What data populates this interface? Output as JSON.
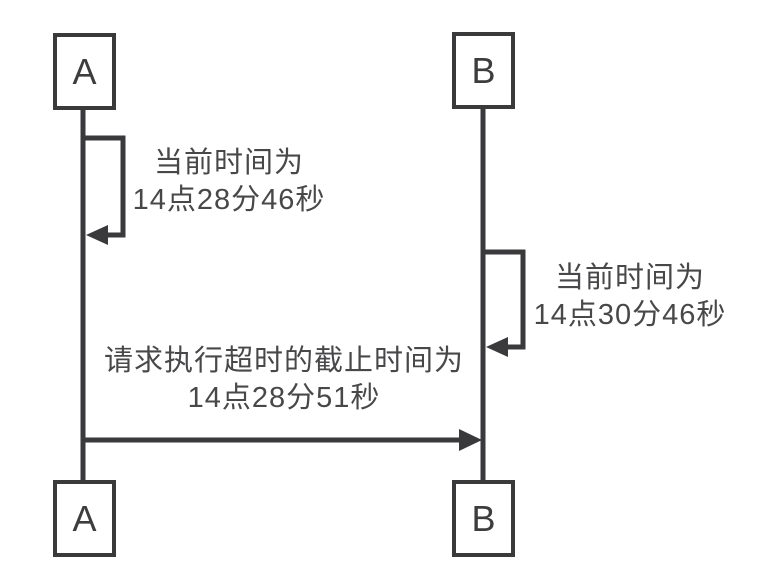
{
  "diagram": {
    "type": "sequence-diagram",
    "actors": [
      {
        "id": "A",
        "label": "A"
      },
      {
        "id": "B",
        "label": "B"
      }
    ],
    "messages": {
      "self_a": {
        "line1": "当前时间为",
        "line2": "14点28分46秒"
      },
      "self_b": {
        "line1": "当前时间为",
        "line2": "14点30分46秒"
      },
      "a_to_b": {
        "line1": "请求执行超时的截止时间为",
        "line2": "14点28分51秒"
      }
    },
    "colors": {
      "stroke": "#3a3a3c",
      "text": "#48484a",
      "background": "#ffffff"
    }
  }
}
